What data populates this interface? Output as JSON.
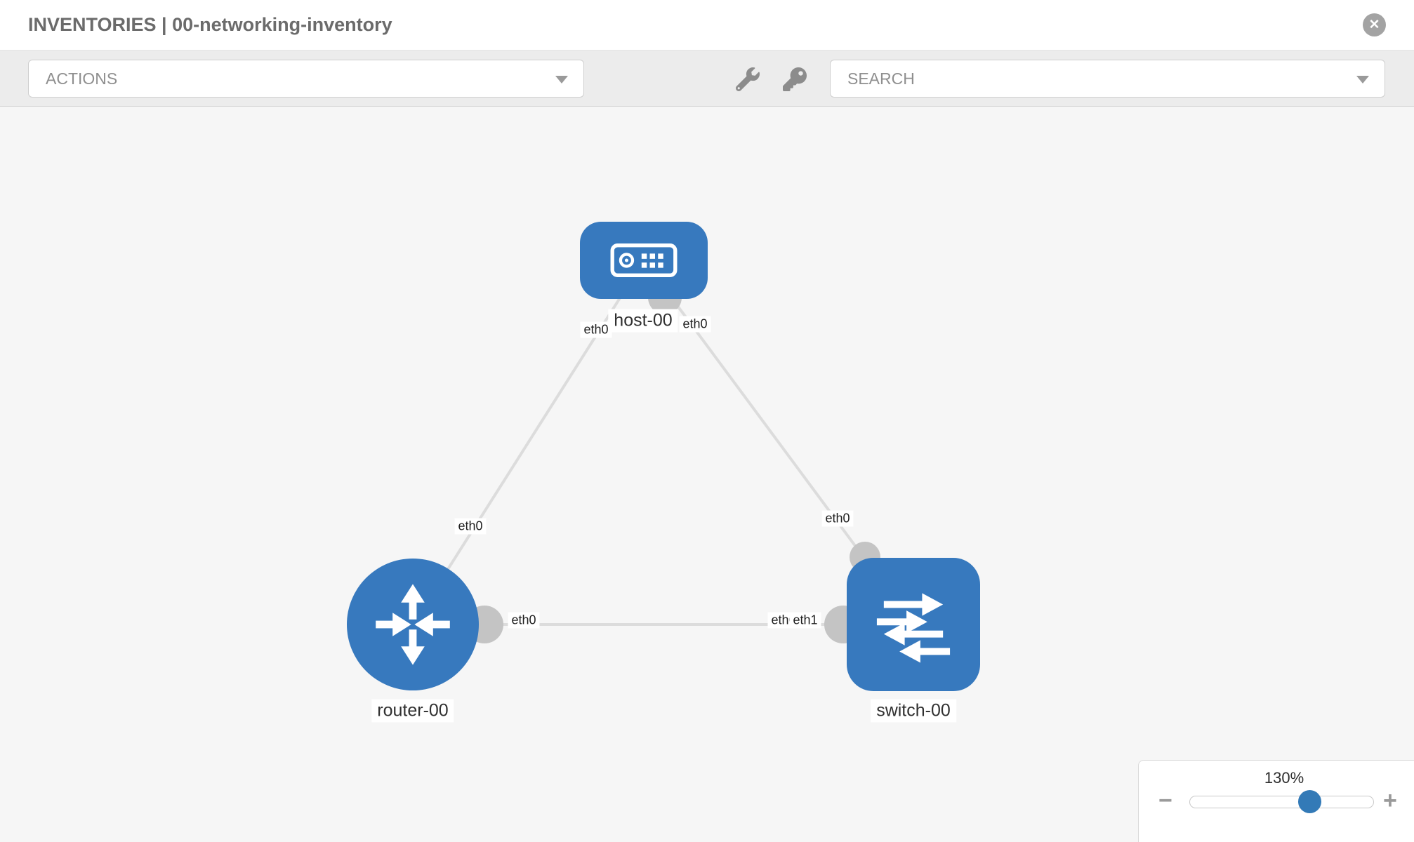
{
  "header": {
    "title": "INVENTORIES | 00-networking-inventory",
    "close_glyph": "✕"
  },
  "toolbar": {
    "actions_label": "ACTIONS",
    "search_label": "SEARCH",
    "icons": [
      "wrench-icon",
      "key-icon"
    ]
  },
  "diagram": {
    "nodes": [
      {
        "label": "host-00",
        "type": "host"
      },
      {
        "label": "router-00",
        "type": "router"
      },
      {
        "label": "switch-00",
        "type": "switch"
      }
    ],
    "links": [
      {
        "from": "host-00",
        "from_port": "eth0",
        "to": "router-00",
        "to_port": "eth0"
      },
      {
        "from": "host-00",
        "from_port": "eth0",
        "to": "switch-00",
        "to_port": "eth0"
      },
      {
        "from": "router-00",
        "from_port": "eth0",
        "to": "switch-00",
        "to_port": "eth1"
      }
    ],
    "port_labels": {
      "host_to_router": "eth0",
      "host_to_switch": "eth0",
      "router_to_host": "eth0",
      "switch_to_host": "eth0",
      "router_to_switch": "eth0",
      "switch_to_router_hidden": "eth0",
      "switch_to_router": "eth1"
    }
  },
  "zoom": {
    "level": "130%",
    "minus_glyph": "−",
    "plus_glyph": "+"
  },
  "colors": {
    "node_fill": "#3779be",
    "link_stroke": "#dcdcdc",
    "accent_blue": "#337ab7",
    "toolbar_bg": "#ececec",
    "canvas_bg": "#f6f6f6"
  }
}
